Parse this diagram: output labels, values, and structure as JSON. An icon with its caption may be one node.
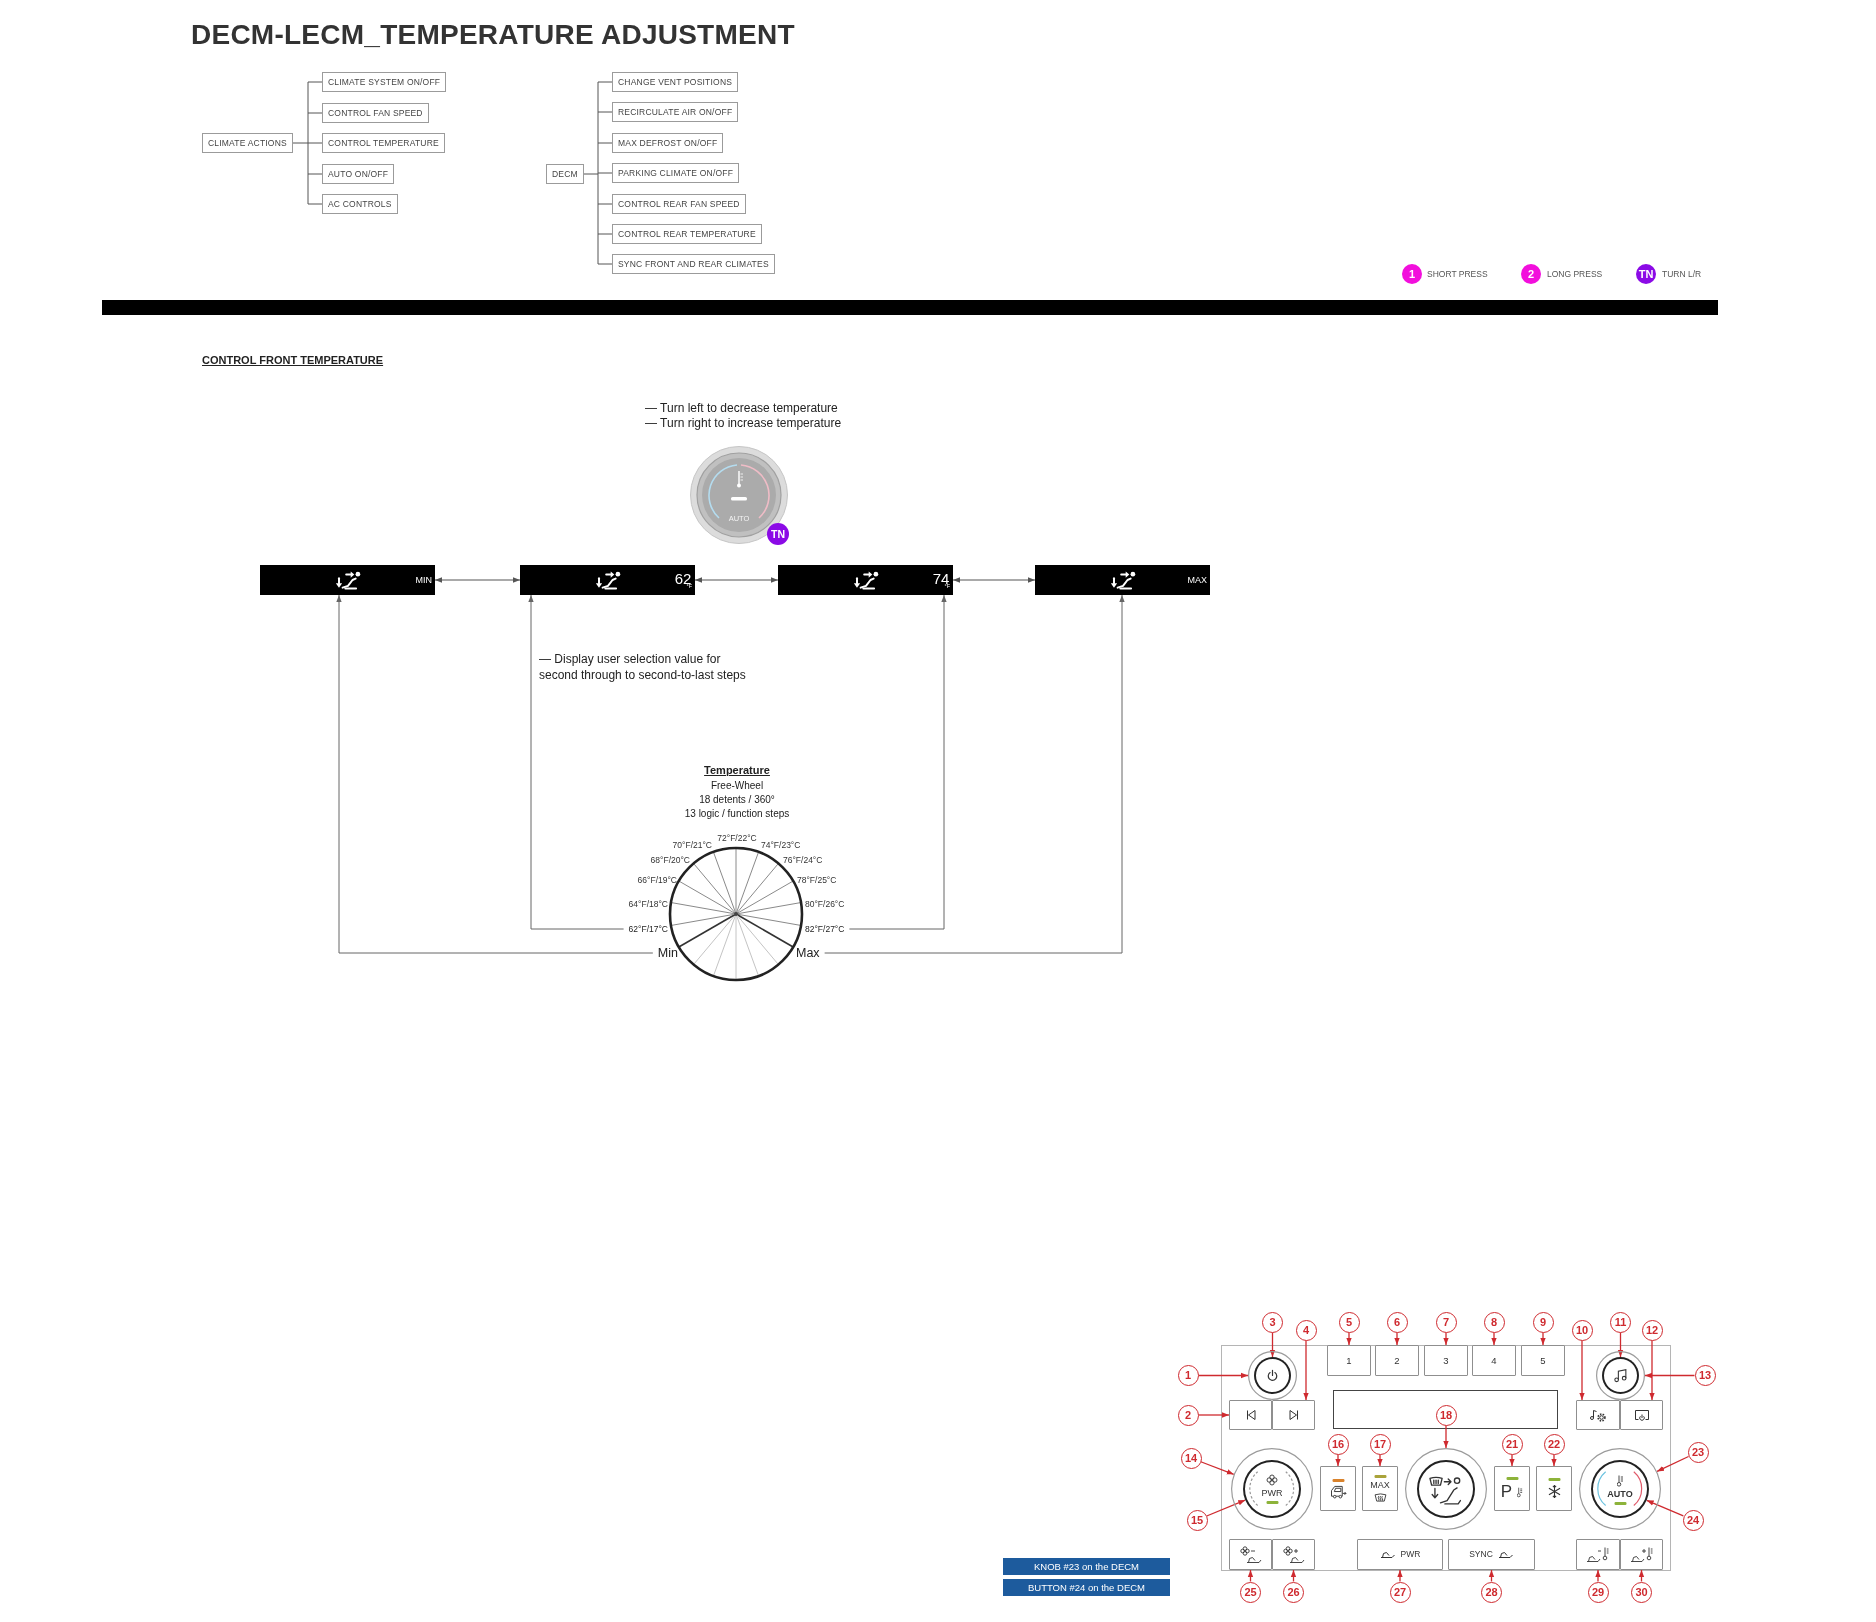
{
  "diagram": {
    "title": "DECM-LECM_TEMPERATURE ADJUSTMENT",
    "nodes": [
      {
        "text": [
          "CLIMATE ACTIONS"
        ]
      },
      {
        "text": [
          "CLIMATE SYSTEM ON/OFF"
        ]
      },
      {
        "text": [
          "CONTROL FAN SPEED"
        ]
      },
      {
        "text": [
          "CONTROL TEMPERATURE"
        ]
      },
      {
        "text": [
          "AUTO ON/OFF"
        ]
      },
      {
        "text": [
          "AC CONTROLS"
        ]
      },
      {
        "text": [
          "DECM"
        ]
      },
      {
        "text": [
          "CHANGE VENT POSITIONS"
        ]
      },
      {
        "text": [
          "RECIRCULATE AIR ON/OFF"
        ]
      },
      {
        "text": [
          "MAX DEFROST ON/OFF"
        ]
      },
      {
        "text": [
          "PARKING CLIMATE ON/OFF"
        ]
      },
      {
        "text": [
          "CONTROL REAR FAN SPEED"
        ]
      },
      {
        "text": [
          "CONTROL REAR TEMPERATURE"
        ]
      },
      {
        "text": [
          "SYNC FRONT AND REAR CLIMATES"
        ]
      },
      {
        "text": [
          "MIN"
        ]
      },
      {
        "text": [
          "62$_{°F}$"
        ]
      },
      {
        "text": [
          "74$_{°F}$"
        ]
      },
      {
        "text": [
          "MAX"
        ]
      },
      {
        "text": [
          "62°F/17°C"
        ]
      },
      {
        "text": [
          "82°F/27°C"
        ]
      },
      {
        "text": [
          "Min"
        ]
      },
      {
        "text": [
          "Max"
        ]
      },
      {
        "text": [
          "1"
        ]
      },
      {
        "text": [
          "2"
        ]
      },
      {
        "text": [
          "3"
        ]
      },
      {
        "text": [
          "4"
        ]
      },
      {
        "text": [
          "5"
        ]
      },
      {
        "text": [
          "6"
        ]
      },
      {
        "text": [
          "7"
        ]
      },
      {
        "text": [
          "8"
        ]
      },
      {
        "text": [
          "9"
        ]
      },
      {
        "text": [
          "10"
        ]
      },
      {
        "text": [
          "11"
        ]
      },
      {
        "text": [
          "12"
        ]
      },
      {
        "text": [
          "13"
        ]
      },
      {
        "text": [
          "14"
        ]
      },
      {
        "text": [
          "15"
        ]
      },
      {
        "text": [
          "16"
        ]
      },
      {
        "text": [
          "17"
        ]
      },
      {
        "text": [
          "18"
        ]
      },
      {
        "text": [
          "21"
        ]
      },
      {
        "text": [
          "22"
        ]
      },
      {
        "text": [
          "23"
        ]
      },
      {
        "text": [
          "24"
        ]
      },
      {
        "text": [
          "25"
        ]
      },
      {
        "text": [
          "26"
        ]
      },
      {
        "text": [
          "27"
        ]
      },
      {
        "text": [
          "28"
        ]
      },
      {
        "text": [
          "29"
        ]
      },
      {
        "text": [
          "30"
        ]
      },
      {
        "text": [],
        "shape": "circle"
      },
      {
        "text": [],
        "shape": "circle",
        "in": 50
      },
      {
        "text": [],
        "shape": "box"
      },
      {
        "text": [],
        "shape": "box"
      },
      {
        "text": [
          "1"
        ]
      },
      {
        "text": [
          "2"
        ]
      },
      {
        "text": [
          "3"
        ]
      },
      {
        "text": [
          "4"
        ]
      },
      {
        "text": [
          "5"
        ]
      },
      {
        "text": [],
        "shape": "circle"
      },
      {
        "text": [],
        "shape": "circle",
        "in": 59
      },
      {
        "text": [],
        "shape": "box"
      },
      {
        "text": [],
        "shape": "box"
      },
      {
        "text": [],
        "shape": "circle"
      },
      {
        "text": [
          "PWR"
        ],
        "in": 63
      },
      {
        "text": [],
        "shape": "box"
      },
      {
        "text": [
          "MAX"
        ]
      },
      {
        "text": [],
        "shape": "circle"
      },
      {
        "text": [
          "P"
        ]
      },
      {
        "text": [],
        "shape": "box"
      },
      {
        "text": [],
        "shape": "circle"
      },
      {
        "text": [
          "AUTO"
        ],
        "in": 70
      },
      {
        "text": [],
        "shape": "box"
      },
      {
        "text": [],
        "shape": "box"
      },
      {
        "text": [
          "PWR"
        ]
      },
      {
        "text": [
          "SYNC"
        ]
      },
      {
        "text": [],
        "shape": "box"
      },
      {
        "text": [],
        "shape": "box"
      },
      {
        "text": [
          "KNOB #23 on the DECM"
        ]
      },
      {
        "text": [
          "BUTTON #24 on the DECM"
        ]
      },
      {
        "text": [],
        "shape": "bar"
      }
    ],
    "edges": [
      {
        "from": 0,
        "to": 1,
        "arrow": "none",
        "color": "#555555"
      },
      {
        "from": 0,
        "to": 2,
        "arrow": "none",
        "color": "#555555"
      },
      {
        "from": 0,
        "to": 3,
        "arrow": "none",
        "color": "#555555"
      },
      {
        "from": 0,
        "to": 4,
        "arrow": "none",
        "color": "#555555"
      },
      {
        "from": 0,
        "to": 5,
        "arrow": "none",
        "color": "#555555"
      },
      {
        "from": 6,
        "to": 7,
        "arrow": "none",
        "color": "#555555"
      },
      {
        "from": 6,
        "to": 8,
        "arrow": "none",
        "color": "#555555"
      },
      {
        "from": 6,
        "to": 9,
        "arrow": "none",
        "color": "#555555"
      },
      {
        "from": 6,
        "to": 10,
        "arrow": "none",
        "color": "#555555"
      },
      {
        "from": 6,
        "to": 11,
        "arrow": "none",
        "color": "#555555"
      },
      {
        "from": 6,
        "to": 12,
        "arrow": "none",
        "color": "#555555"
      },
      {
        "from": 6,
        "to": 13,
        "arrow": "none",
        "color": "#555555"
      },
      {
        "from": 14,
        "to": 15,
        "arrow": "both",
        "color": "#555555"
      },
      {
        "from": 15,
        "to": 16,
        "arrow": "both",
        "color": "#555555"
      },
      {
        "from": 16,
        "to": 17,
        "arrow": "both",
        "color": "#555555"
      },
      {
        "from": 20,
        "to": 14,
        "arrow": "to",
        "color": "#666666"
      },
      {
        "from": 18,
        "to": 15,
        "arrow": "to",
        "color": "#666666"
      },
      {
        "from": 19,
        "to": 16,
        "arrow": "to",
        "color": "#666666"
      },
      {
        "from": 21,
        "to": 17,
        "arrow": "to",
        "color": "#666666"
      },
      {
        "from": 22,
        "to": 50,
        "arrow": "to"
      },
      {
        "from": 23,
        "to": 52,
        "arrow": "to"
      },
      {
        "from": 24,
        "to": 51,
        "arrow": "to"
      },
      {
        "from": 25,
        "to": 53,
        "arrow": "to"
      },
      {
        "from": 26,
        "to": 54,
        "arrow": "to"
      },
      {
        "from": 27,
        "to": 55,
        "arrow": "to"
      },
      {
        "from": 28,
        "to": 56,
        "arrow": "to"
      },
      {
        "from": 29,
        "to": 57,
        "arrow": "to"
      },
      {
        "from": 30,
        "to": 58,
        "arrow": "to"
      },
      {
        "from": 31,
        "to": 61,
        "arrow": "to"
      },
      {
        "from": 32,
        "to": 60,
        "arrow": "to"
      },
      {
        "from": 33,
        "to": 62,
        "arrow": "to"
      },
      {
        "from": 34,
        "to": 59,
        "arrow": "to"
      },
      {
        "from": 35,
        "to": 63,
        "arrow": "to"
      },
      {
        "from": 36,
        "to": 64,
        "arrow": "to"
      },
      {
        "from": 37,
        "to": 65,
        "arrow": "to"
      },
      {
        "from": 38,
        "to": 66,
        "arrow": "to"
      },
      {
        "from": 39,
        "to": 67,
        "arrow": "to"
      },
      {
        "from": 40,
        "to": 68,
        "arrow": "to"
      },
      {
        "from": 41,
        "to": 69,
        "arrow": "to"
      },
      {
        "from": 42,
        "to": 70,
        "arrow": "to"
      },
      {
        "from": 43,
        "to": 71,
        "arrow": "to"
      },
      {
        "from": 44,
        "to": 72,
        "arrow": "to"
      },
      {
        "from": 45,
        "to": 73,
        "arrow": "to"
      },
      {
        "from": 46,
        "to": 74,
        "arrow": "to"
      },
      {
        "from": 47,
        "to": 75,
        "arrow": "to"
      },
      {
        "from": 48,
        "to": 76,
        "arrow": "to"
      },
      {
        "from": 49,
        "to": 77,
        "arrow": "to"
      }
    ],
    "labels": [
      "1",
      "2",
      "TN",
      "CONTROL FRONT TEMPERATURE",
      "— Turn left to decrease temperature",
      "— Turn right to increase temperature",
      "AUTO",
      "TN",
      "— Display user selection value for second through to second-to-last steps",
      "Temperature",
      "Free-Wheel",
      "18 detents / 360°",
      "13 logic / function steps",
      "72°F/22°C",
      "70°F/21°C",
      "74°F/23°C",
      "68°F/20°C",
      "76°F/24°C",
      "66°F/19°C",
      "78°F/25°C",
      "64°F/18°C",
      "80°F/26°C"
    ],
    "legend": [
      {
        "text": "SHORT PRESS",
        "color": "#f20fdc"
      },
      {
        "text": "LONG PRESS",
        "color": "#f20fdc"
      },
      {
        "text": "TURN L/R",
        "color": "#8b0ae6"
      }
    ]
  }
}
